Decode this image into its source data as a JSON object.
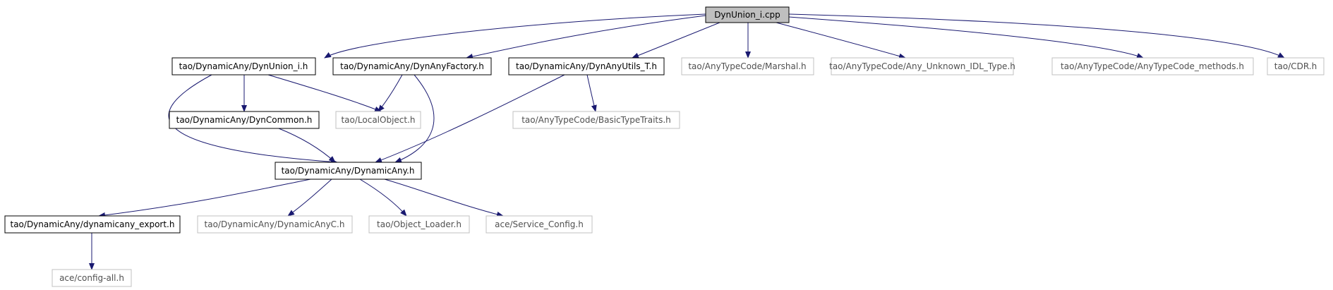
{
  "colors": {
    "edge": "#191970",
    "node_border_solid": "#000000",
    "node_border_faded": "#c0c0c0",
    "root_fill": "#bfbfbf",
    "node_fill": "#ffffff",
    "text_solid": "#000000",
    "text_faded": "#505050"
  },
  "nodes": [
    {
      "id": "root",
      "label": "DynUnion_i.cpp",
      "style": "root"
    },
    {
      "id": "dynunion",
      "label": "tao/DynamicAny/DynUnion_i.h",
      "style": "solid"
    },
    {
      "id": "factory",
      "label": "tao/DynamicAny/DynAnyFactory.h",
      "style": "solid"
    },
    {
      "id": "utils",
      "label": "tao/DynamicAny/DynAnyUtils_T.h",
      "style": "solid"
    },
    {
      "id": "marshal",
      "label": "tao/AnyTypeCode/Marshal.h",
      "style": "faded"
    },
    {
      "id": "unknown",
      "label": "tao/AnyTypeCode/Any_Unknown_IDL_Type.h",
      "style": "faded"
    },
    {
      "id": "methods",
      "label": "tao/AnyTypeCode/AnyTypeCode_methods.h",
      "style": "faded"
    },
    {
      "id": "cdr",
      "label": "tao/CDR.h",
      "style": "faded"
    },
    {
      "id": "dyncommon",
      "label": "tao/DynamicAny/DynCommon.h",
      "style": "solid"
    },
    {
      "id": "localobject",
      "label": "tao/LocalObject.h",
      "style": "faded"
    },
    {
      "id": "basictraits",
      "label": "tao/AnyTypeCode/BasicTypeTraits.h",
      "style": "faded"
    },
    {
      "id": "dynamicany",
      "label": "tao/DynamicAny/DynamicAny.h",
      "style": "solid"
    },
    {
      "id": "export",
      "label": "tao/DynamicAny/dynamicany_export.h",
      "style": "solid"
    },
    {
      "id": "anyc",
      "label": "tao/DynamicAny/DynamicAnyC.h",
      "style": "faded"
    },
    {
      "id": "objloader",
      "label": "tao/Object_Loader.h",
      "style": "faded"
    },
    {
      "id": "svcconfig",
      "label": "ace/Service_Config.h",
      "style": "faded"
    },
    {
      "id": "configall",
      "label": "ace/config-all.h",
      "style": "faded"
    }
  ],
  "edges": [
    {
      "from": "root",
      "to": "dynunion"
    },
    {
      "from": "root",
      "to": "factory"
    },
    {
      "from": "root",
      "to": "utils"
    },
    {
      "from": "root",
      "to": "marshal"
    },
    {
      "from": "root",
      "to": "unknown"
    },
    {
      "from": "root",
      "to": "methods"
    },
    {
      "from": "root",
      "to": "cdr"
    },
    {
      "from": "dynunion",
      "to": "dyncommon"
    },
    {
      "from": "dynunion",
      "to": "localobject"
    },
    {
      "from": "dynunion",
      "to": "dynamicany"
    },
    {
      "from": "factory",
      "to": "localobject"
    },
    {
      "from": "factory",
      "to": "dynamicany"
    },
    {
      "from": "utils",
      "to": "basictraits"
    },
    {
      "from": "utils",
      "to": "dynamicany"
    },
    {
      "from": "dyncommon",
      "to": "dynamicany"
    },
    {
      "from": "dynamicany",
      "to": "export"
    },
    {
      "from": "dynamicany",
      "to": "anyc"
    },
    {
      "from": "dynamicany",
      "to": "objloader"
    },
    {
      "from": "dynamicany",
      "to": "svcconfig"
    },
    {
      "from": "export",
      "to": "configall"
    }
  ]
}
